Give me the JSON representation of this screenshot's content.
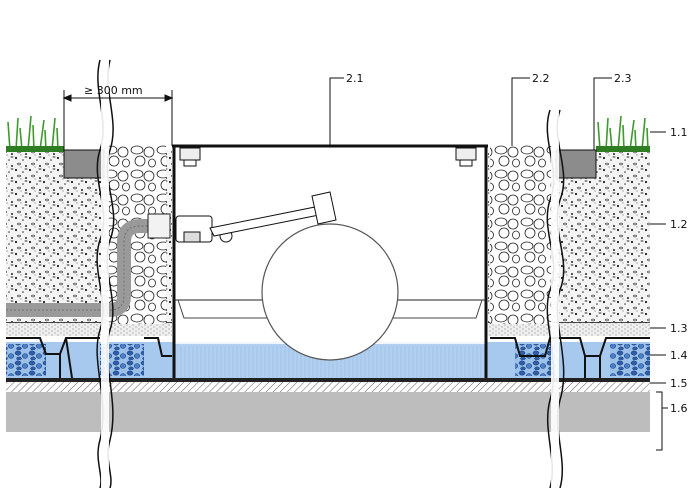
{
  "dimension": {
    "text": "≥ 300 mm"
  },
  "callouts_top": [
    {
      "id": "2.1",
      "text": "2.1"
    },
    {
      "id": "2.2",
      "text": "2.2"
    },
    {
      "id": "2.3",
      "text": "2.3"
    }
  ],
  "layers_right": [
    {
      "id": "1.1",
      "text": "1.1"
    },
    {
      "id": "1.2",
      "text": "1.2"
    },
    {
      "id": "1.3",
      "text": "1.3"
    },
    {
      "id": "1.4",
      "text": "1.4"
    },
    {
      "id": "1.5",
      "text": "1.5"
    },
    {
      "id": "1.6",
      "text": "1.6"
    }
  ],
  "colors": {
    "concrete": "#bdbdbd",
    "gravel_bg": "#f2f2f2",
    "water": "#9fc3e8",
    "water_dark": "#3a6fb5",
    "grass": "#3f9a2e",
    "curb": "#8c8c8c",
    "outline": "#111111"
  }
}
